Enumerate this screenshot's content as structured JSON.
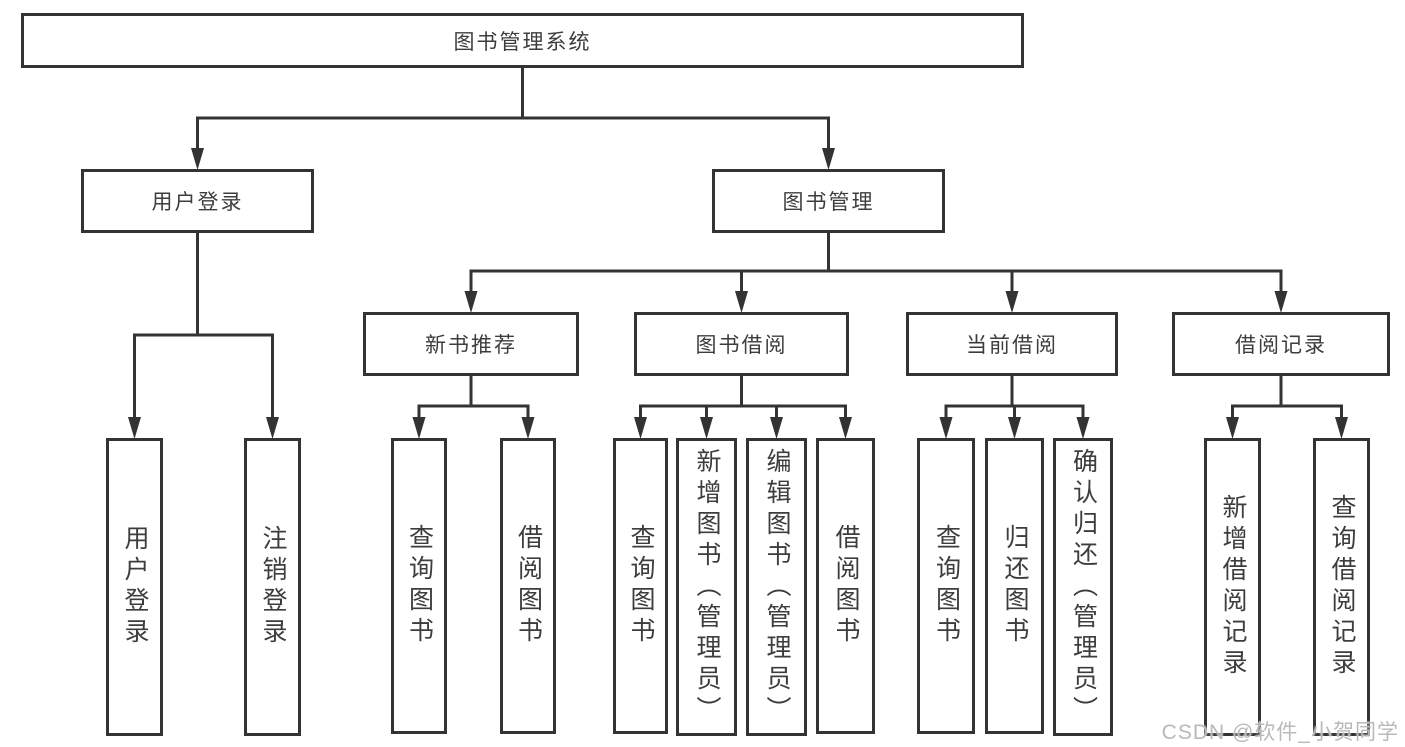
{
  "diagram": {
    "type": "hierarchy-org-chart",
    "watermark": "CSDN @软件_小贺同学",
    "colors": {
      "line": "#333333",
      "border": "#333333",
      "text": "#3d3d3d",
      "box_background": "#ffffff",
      "watermark_text": "#b9b9b9"
    },
    "nodes": {
      "root": {
        "label": "图书管理系统",
        "parent": null
      },
      "user_login": {
        "label": "用户登录",
        "parent": "图书管理系统"
      },
      "book_mgmt": {
        "label": "图书管理",
        "parent": "图书管理系统"
      },
      "new_book_rec": {
        "label": "新书推荐",
        "parent": "图书管理"
      },
      "book_borrow": {
        "label": "图书借阅",
        "parent": "图书管理"
      },
      "current_borrow": {
        "label": "当前借阅",
        "parent": "图书管理"
      },
      "borrow_records": {
        "label": "借阅记录",
        "parent": "图书管理"
      },
      "leaf_user_login": {
        "label": "用户登录",
        "parent": "用户登录"
      },
      "leaf_logout": {
        "label": "注销登录",
        "parent": "用户登录"
      },
      "leaf_nbr_search": {
        "label": "查询图书",
        "parent": "新书推荐"
      },
      "leaf_nbr_borrow": {
        "label": "借阅图书",
        "parent": "新书推荐"
      },
      "leaf_bb_search": {
        "label": "查询图书",
        "parent": "图书借阅"
      },
      "leaf_bb_add": {
        "label": "新增图书（管理员）",
        "parent": "图书借阅"
      },
      "leaf_bb_edit": {
        "label": "编辑图书（管理员）",
        "parent": "图书借阅"
      },
      "leaf_bb_borrow": {
        "label": "借阅图书",
        "parent": "图书借阅"
      },
      "leaf_cb_search": {
        "label": "查询图书",
        "parent": "当前借阅"
      },
      "leaf_cb_return": {
        "label": "归还图书",
        "parent": "当前借阅"
      },
      "leaf_cb_confirm": {
        "label": "确认归还（管理员）",
        "parent": "当前借阅"
      },
      "leaf_br_add": {
        "label": "新增借阅记录",
        "parent": "借阅记录"
      },
      "leaf_br_search": {
        "label": "查询借阅记录",
        "parent": "借阅记录"
      }
    }
  }
}
